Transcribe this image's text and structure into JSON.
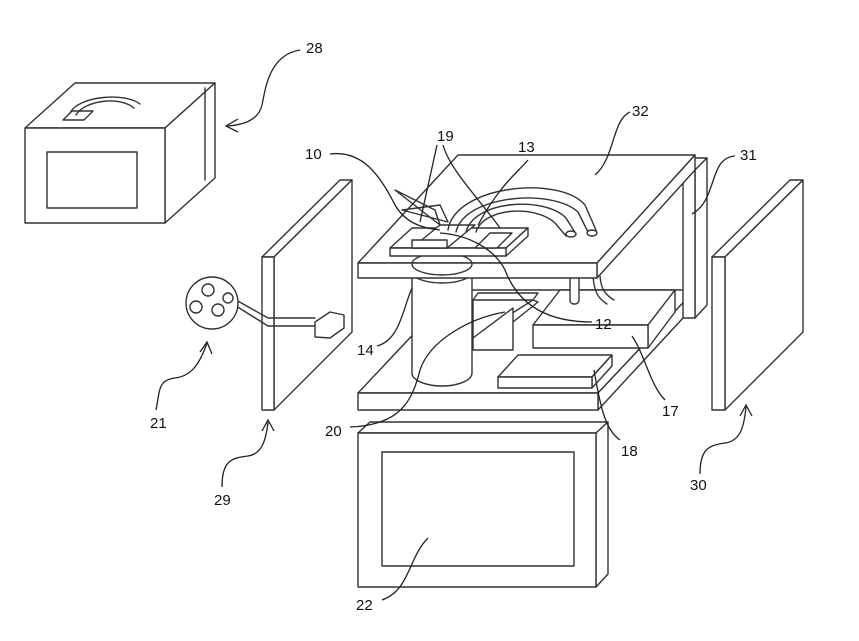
{
  "labels": {
    "l10": "10",
    "l12": "12",
    "l13": "13",
    "l14": "14",
    "l17": "17",
    "l18": "18",
    "l19": "19",
    "l20": "20",
    "l21": "21",
    "l22": "22",
    "l28": "28",
    "l29": "29",
    "l30": "30",
    "l31": "31",
    "l32": "32"
  }
}
